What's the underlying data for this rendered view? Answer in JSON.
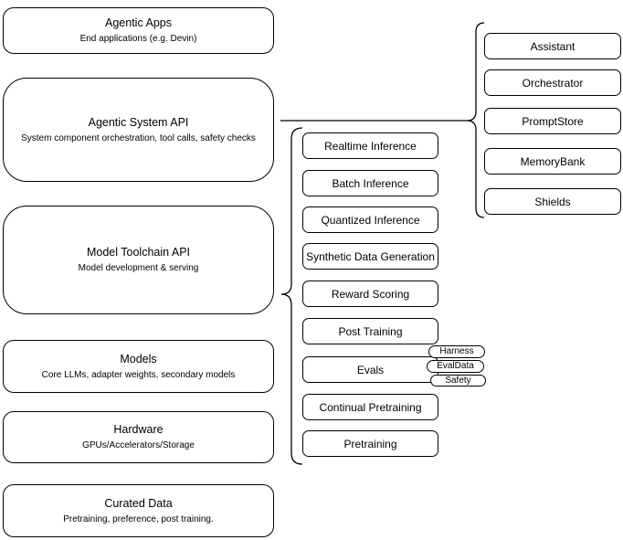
{
  "diagram": {
    "title": "Agentic system stack diagram",
    "colors": {
      "stroke": "#000000",
      "fill": "#ffffff",
      "text": "#000000"
    },
    "layers": [
      {
        "title": "Agentic Apps",
        "subtitle": "End applications (e.g. Devin)"
      },
      {
        "title": "Agentic System API",
        "subtitle": "System component orchestration, tool calls, safety checks"
      },
      {
        "title": "Model Toolchain API",
        "subtitle": "Model development & serving"
      },
      {
        "title": "Models",
        "subtitle": "Core LLMs, adapter weights, secondary models"
      },
      {
        "title": "Hardware",
        "subtitle": "GPUs/Accelerators/Storage"
      },
      {
        "title": "Curated Data",
        "subtitle": "Pretraining, preference, post training."
      }
    ],
    "toolchain_services": [
      "Realtime Inference",
      "Batch Inference",
      "Quantized Inference",
      "Synthetic Data Generation",
      "Reward Scoring",
      "Post Training",
      "Evals",
      "Continual Pretraining",
      "Pretraining"
    ],
    "eval_tags": [
      "Harness",
      "EvalData",
      "Safety"
    ],
    "system_components": [
      "Assistant",
      "Orchestrator",
      "PromptStore",
      "MemoryBank",
      "Shields"
    ]
  }
}
